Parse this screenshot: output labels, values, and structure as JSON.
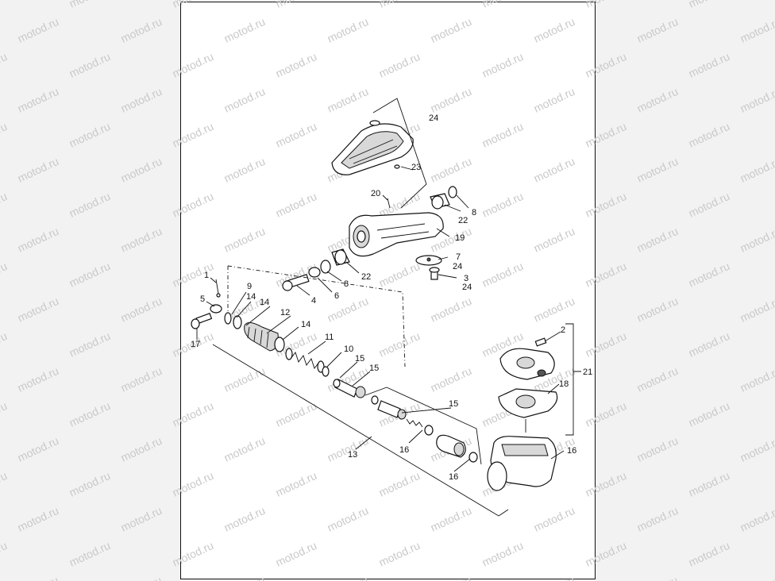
{
  "watermark": {
    "text": "motod.ru"
  },
  "callouts": [
    {
      "id": "c24a",
      "text": "24"
    },
    {
      "id": "c23",
      "text": "23"
    },
    {
      "id": "c20",
      "text": "20"
    },
    {
      "id": "c22a",
      "text": "22"
    },
    {
      "id": "c8a",
      "text": "8"
    },
    {
      "id": "c19",
      "text": "19"
    },
    {
      "id": "c7",
      "text": "7"
    },
    {
      "id": "c24b",
      "text": "24"
    },
    {
      "id": "c3",
      "text": "3"
    },
    {
      "id": "c24c",
      "text": "24"
    },
    {
      "id": "c22b",
      "text": "22"
    },
    {
      "id": "c8b",
      "text": "8"
    },
    {
      "id": "c6",
      "text": "6"
    },
    {
      "id": "c4",
      "text": "4"
    },
    {
      "id": "c1",
      "text": "1"
    },
    {
      "id": "c9",
      "text": "9"
    },
    {
      "id": "c14a",
      "text": "14"
    },
    {
      "id": "c14b",
      "text": "14"
    },
    {
      "id": "c5",
      "text": "5"
    },
    {
      "id": "c12",
      "text": "12"
    },
    {
      "id": "c14c",
      "text": "14"
    },
    {
      "id": "c17",
      "text": "17"
    },
    {
      "id": "c11",
      "text": "11"
    },
    {
      "id": "c10",
      "text": "10"
    },
    {
      "id": "c15a",
      "text": "15"
    },
    {
      "id": "c15b",
      "text": "15"
    },
    {
      "id": "c15c",
      "text": "15"
    },
    {
      "id": "c2",
      "text": "2"
    },
    {
      "id": "c21",
      "text": "21"
    },
    {
      "id": "c18",
      "text": "18"
    },
    {
      "id": "c16a",
      "text": "16"
    },
    {
      "id": "c16b",
      "text": "16"
    },
    {
      "id": "c16c",
      "text": "16"
    },
    {
      "id": "c13",
      "text": "13"
    }
  ]
}
